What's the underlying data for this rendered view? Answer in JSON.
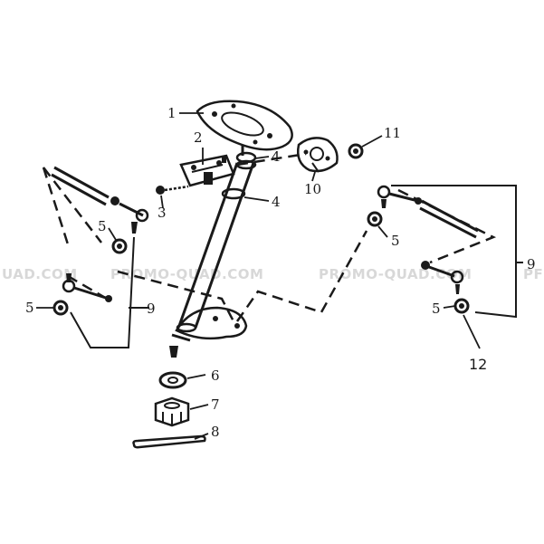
{
  "watermark": {
    "texts": [
      "UAD.COM",
      "PROMO-QUAD.COM",
      "PROMO-QUAD.COM",
      "PF"
    ],
    "color": "#d8d8d8"
  },
  "labels": {
    "l1": "1",
    "l2": "2",
    "l3": "3",
    "l4a": "4",
    "l4b": "4",
    "l5a": "5",
    "l5b": "5",
    "l5c": "5",
    "l5d": "5",
    "l6": "6",
    "l7": "7",
    "l8": "8",
    "l9a": "9",
    "l9b": "9",
    "l10": "10",
    "l11": "11",
    "l12": "12"
  },
  "colors": {
    "ink": "#1a1a1a",
    "background": "#ffffff"
  }
}
